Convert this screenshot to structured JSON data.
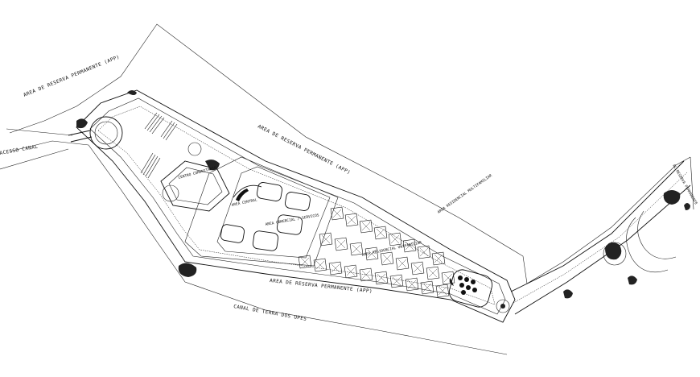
{
  "labels": {
    "app_top": "AREA DE RESERVA PERMANENTE (APP)",
    "app_center": "AREA DE RESERVA PERMANENTE (APP)",
    "app_bottom": "AREA DE RESERVA PERMANENTE (APP)",
    "canal_left": "ACESSO CANAL",
    "canal_bottom": "CANAL DE TERRA DOS UPES",
    "right_edge": "AL RESERVA PERMANENTE",
    "centro": "CENTRO COMUNITARIO",
    "central": "AREA CENTRAL",
    "comercial": "AREA COMERCIAL / SERVICOS",
    "lotes": "AREA RESIDENCIAL MULTIFAMILIAR",
    "lotes2": "AREA RESIDENCIAL UNIFAMILIAR"
  }
}
